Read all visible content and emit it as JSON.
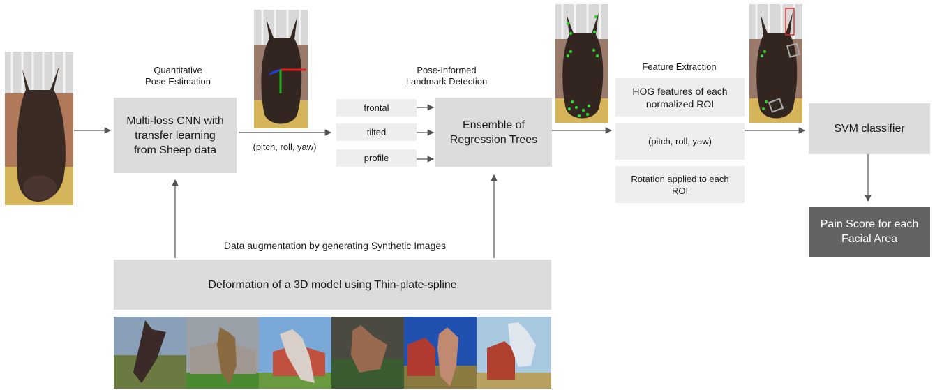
{
  "stages": {
    "pose_title": "Quantitative\nPose Estimation",
    "cnn_box": "Multi-loss CNN with\ntransfer learning\nfrom Sheep data",
    "pose_output": "(pitch, roll, yaw)",
    "landmark_title": "Pose-Informed\nLandmark Detection",
    "pose_bins": [
      "frontal",
      "tilted",
      "profile"
    ],
    "ert_box": "Ensemble of\nRegression Trees",
    "feature_title": "Feature Extraction",
    "feature_boxes": [
      "HOG features of each\nnormalized ROI",
      "(pitch, roll, yaw)",
      "Rotation applied to each\nROI"
    ],
    "svm_box": "SVM classifier",
    "pain_box": "Pain Score for each\nFacial Area",
    "augmentation_title": "Data augmentation by generating Synthetic Images",
    "deformation_box": "Deformation of a 3D model using Thin-plate-spline"
  },
  "colors": {
    "box_gray": "#dcdcdc",
    "box_light": "#eeeeee",
    "box_dark": "#636363",
    "arrow": "#555555",
    "axis_red": "#e02020",
    "axis_green": "#20b020",
    "axis_blue": "#2040e0",
    "landmark_green": "#30d030"
  }
}
